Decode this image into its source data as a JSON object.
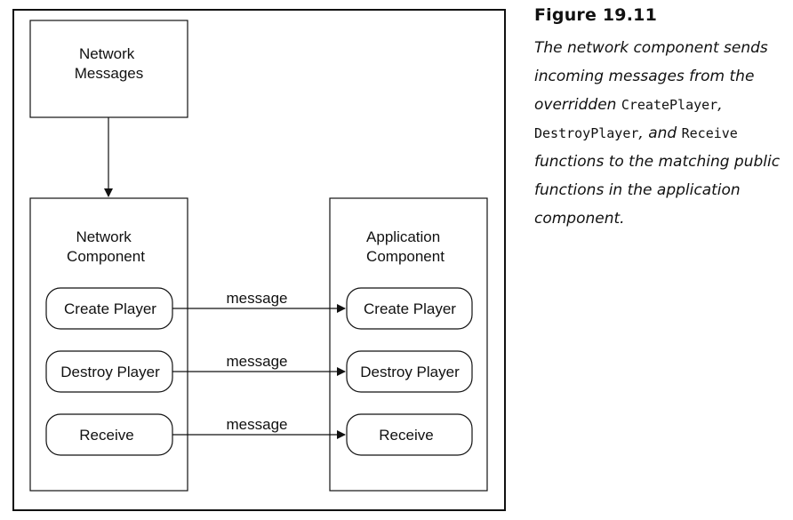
{
  "diagram": {
    "network_messages": [
      "Network",
      "Messages"
    ],
    "network_component": [
      "Network",
      "Component"
    ],
    "application_component": [
      "Application",
      "Component"
    ],
    "network_functions": [
      "Create Player",
      "Destroy Player",
      "Receive"
    ],
    "application_functions": [
      "Create Player",
      "Destroy Player",
      "Receive"
    ],
    "arrow_labels": [
      "message",
      "message",
      "message"
    ]
  },
  "caption": {
    "title": "Figure 19.11",
    "text_1": "The network component sends incoming messages from the overridden ",
    "code_1": "CreatePlayer",
    "text_2": ", ",
    "code_2": "DestroyPlayer",
    "text_3": ", and ",
    "code_3": "Receive",
    "text_4": " functions to the matching public functions in the application component."
  }
}
